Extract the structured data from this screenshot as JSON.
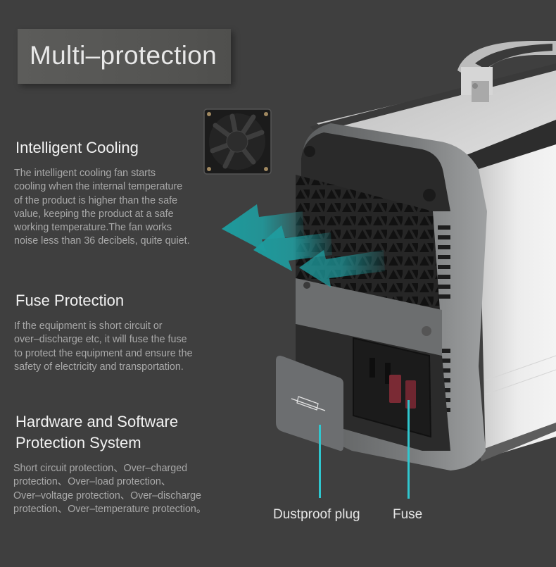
{
  "banner": {
    "title": "Multi–protection"
  },
  "sections": [
    {
      "title": "Intelligent Cooling",
      "body_lines": [
        "The intelligent cooling fan starts",
        "cooling when the internal temperature",
        "of the product is higher than the safe",
        "value, keeping the product at a safe",
        "working temperature.The fan works",
        "noise less than 36 decibels, quite quiet."
      ]
    },
    {
      "title": "Fuse Protection",
      "body_lines": [
        "If the equipment is short circuit or",
        "over–discharge etc, it will fuse the fuse",
        "to protect the equipment and ensure the",
        "safety of electricity and transportation."
      ]
    },
    {
      "title_lines": [
        "Hardware and Software",
        "Protection System"
      ],
      "body_lines": [
        "Short circuit protection、Over–charged",
        "protection、Over–load protection、",
        "Over–voltage protection、Over–discharge",
        "protection、Over–temperature protection。"
      ]
    }
  ],
  "callouts": [
    {
      "label": "Dustproof plug"
    },
    {
      "label": "Fuse"
    }
  ],
  "colors": {
    "background": "#3f3f3f",
    "accent_teal": "#2fc7cf",
    "airflow_arrow": "#1d9a9c",
    "heading_text": "#f2f2f2",
    "body_text": "#a9a9a9"
  },
  "icons": {
    "fan": "cooling-fan-icon",
    "fuse_symbol": "fuse-symbol-icon",
    "airflow": "airflow-arrows-icon"
  }
}
